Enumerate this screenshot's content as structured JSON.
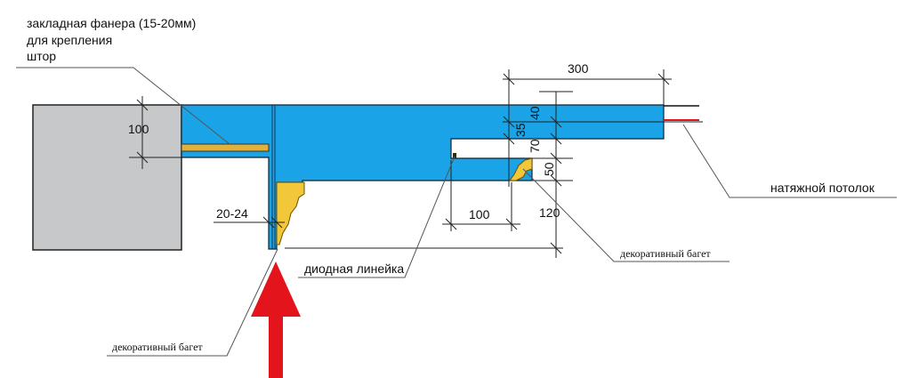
{
  "labels": {
    "plywood_line1": "закладная фанера (15-20мм)",
    "plywood_line2": "для крепления",
    "plywood_line3": "штор",
    "stretch_ceiling": "натяжной потолок",
    "led_strip": "диодная линейка",
    "deco_baguette_right": "декоративный багет",
    "deco_baguette_bottom": "декоративный багет"
  },
  "dimensions": {
    "d300": "300",
    "d40": "40",
    "d35": "35",
    "d70": "70",
    "d50": "50",
    "d100_left": "100",
    "d100_bottom": "100",
    "d120": "120",
    "d20_24": "20-24"
  },
  "colors": {
    "drywall": "#1aa3e6",
    "wall": "#c6c8ca",
    "plywood": "#e0b23c",
    "baguette": "#f3c73a",
    "arrow": "#e3141b",
    "ceiling_line": "#e3141b",
    "leader": "#555555"
  }
}
